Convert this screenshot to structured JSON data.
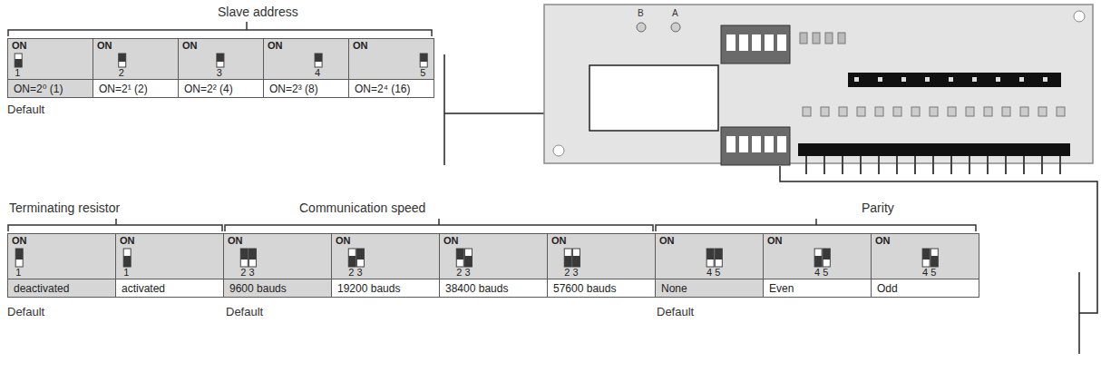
{
  "diagram": {
    "nodes": [
      {
        "text": [
          "ON",
          "1"
        ]
      },
      {
        "text": [
          "ON",
          "2"
        ]
      },
      {
        "text": [
          "ON",
          "3"
        ]
      },
      {
        "text": [
          "ON",
          "4"
        ]
      },
      {
        "text": [
          "ON",
          "5"
        ]
      },
      {
        "text": [
          "ON=2⁰ (1)"
        ]
      },
      {
        "text": [
          "ON=2¹ (2)"
        ]
      },
      {
        "text": [
          "ON=2² (4)"
        ]
      },
      {
        "text": [
          "ON=2³ (8)"
        ]
      },
      {
        "text": [
          "ON=2⁴ (16)"
        ]
      },
      {
        "text": [
          "ON",
          "1"
        ]
      },
      {
        "text": [
          "ON",
          "1"
        ]
      },
      {
        "text": [
          "ON",
          "2 3"
        ]
      },
      {
        "text": [
          "ON",
          "2 3"
        ]
      },
      {
        "text": [
          "ON",
          "2 3"
        ]
      },
      {
        "text": [
          "ON",
          "2 3"
        ]
      },
      {
        "text": [
          "ON",
          "4 5"
        ]
      },
      {
        "text": [
          "ON",
          "4 5"
        ]
      },
      {
        "text": [
          "ON",
          "4 5"
        ]
      },
      {
        "text": [
          "deactivated"
        ]
      },
      {
        "text": [
          "activated"
        ]
      },
      {
        "text": [
          "9600 bauds"
        ]
      },
      {
        "text": [
          "19200 bauds"
        ]
      },
      {
        "text": [
          "38400 bauds"
        ]
      },
      {
        "text": [
          "57600 bauds"
        ]
      },
      {
        "text": [
          "None"
        ]
      },
      {
        "text": [
          "Even"
        ]
      },
      {
        "text": [
          "Odd"
        ]
      }
    ],
    "labels": [
      "Slave address",
      "Default",
      "Terminating resistor",
      "Communication speed",
      "Parity",
      "Default",
      "Default",
      "Default",
      "B",
      "A"
    ]
  }
}
